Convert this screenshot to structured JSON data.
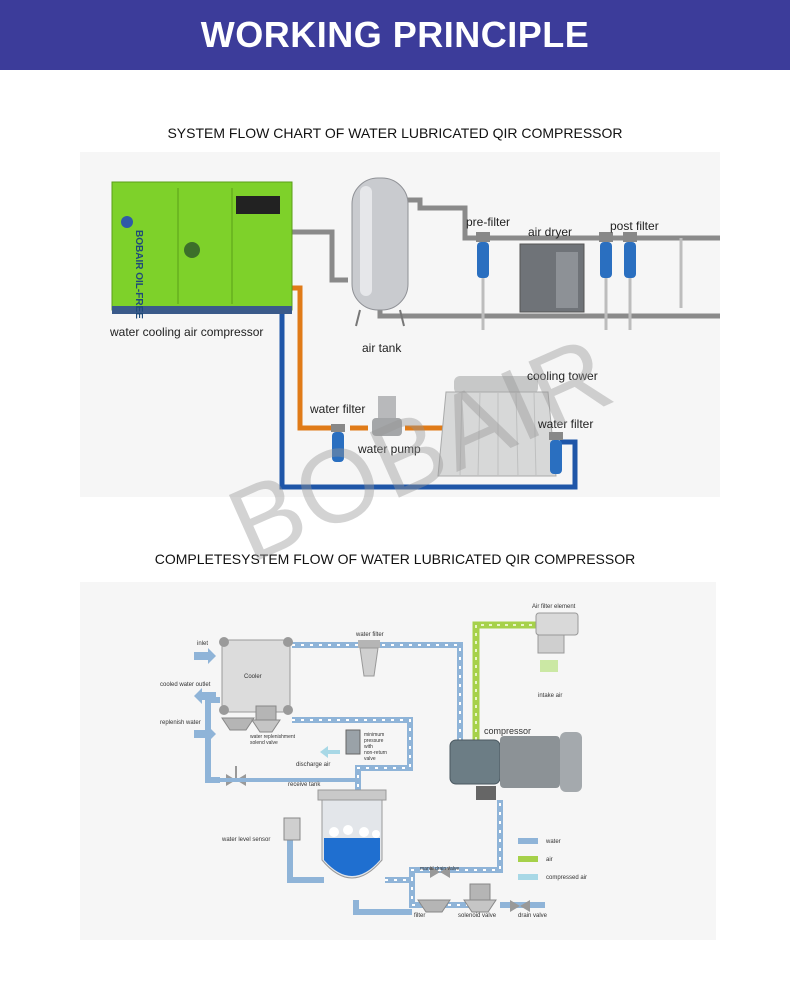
{
  "banner": {
    "title": "WORKING PRINCIPLE",
    "color": "#3c3c9a"
  },
  "diagram1": {
    "heading": "SYSTEM FLOW CHART OF WATER LUBRICATED QIR COMPRESSOR",
    "labels": {
      "compressor": "water cooling air compressor",
      "air_tank": "air tank",
      "pre_filter": "pre-filter",
      "air_dryer": "air dryer",
      "post_filter": "post filter",
      "cooling_tower": "cooling tower",
      "water_filter_left": "water filter",
      "water_pump": "water pump",
      "water_filter_right": "water filter"
    },
    "machine_brand": "BOBAIR OIL-FREE"
  },
  "diagram2": {
    "heading": "COMPLETESYSTEM FLOW OF WATER LUBRICATED QIR COMPRESSOR",
    "labels": {
      "inlet": "inlet",
      "cooler": "Cooler",
      "cooled_water_outlet": "cooled water outlet",
      "replenish_water": "replenish water",
      "water_filter": "water filter",
      "air_filter_element": "Air filter element",
      "intake_air": "intake air",
      "compressor": "compressor",
      "water_replenishment_valve_1": "water replenishment",
      "water_replenishment_valve_2": "solend valve",
      "discharge_air": "discharge air",
      "min_pressure_1": "minimum",
      "min_pressure_2": "pressure",
      "min_pressure_3": "with",
      "min_pressure_4": "non-return",
      "min_pressure_5": "valve",
      "receive_tank": "receive tank",
      "water_level_sensor": "water level sensor",
      "manual_drain_valve": "manal drain valve",
      "filter": "filter",
      "solenoid_valve": "solenoid valve",
      "drain_valve": "drain valve"
    },
    "legend": [
      {
        "label": "water",
        "color": "#8fb4d8"
      },
      {
        "label": "air",
        "color": "#a6d14a"
      },
      {
        "label": "compressed air",
        "color": "#a8d8e6"
      }
    ]
  },
  "watermark": "BOBAIR"
}
